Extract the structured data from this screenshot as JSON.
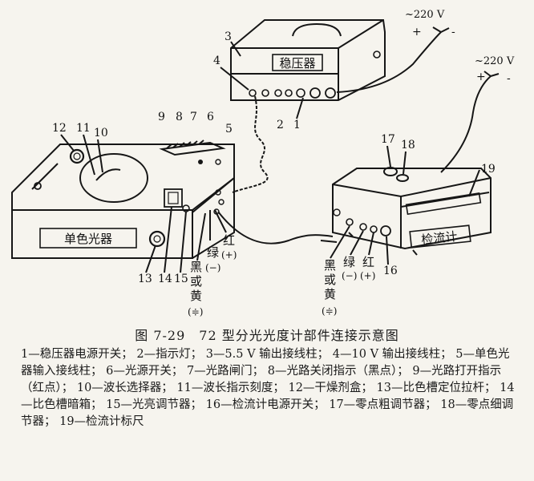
{
  "figure": {
    "supply_label_1": "~220 V",
    "supply_label_2": "~220 V",
    "plus": "+",
    "minus": "-",
    "regulator_label": "稳压器",
    "mono_label": "单色光器",
    "galv_label": "检流计",
    "callouts": [
      "1",
      "2",
      "3",
      "4",
      "5",
      "6",
      "7",
      "8",
      "9",
      "10",
      "11",
      "12",
      "13",
      "14",
      "15",
      "16",
      "17",
      "18",
      "19"
    ],
    "term_mono": {
      "red": "红",
      "red_sign": "(+)",
      "green": "绿",
      "green_sign": "(−)",
      "black": "黑",
      "or": "或",
      "yellow": "黄",
      "ground": "(≑)"
    },
    "term_galv": {
      "black": "黑",
      "or": "或",
      "yellow": "黄",
      "green": "绿",
      "green_sign": "(−)",
      "red": "红",
      "red_sign": "(+)",
      "ground": "(≑)"
    }
  },
  "caption": "图 7-29　72 型分光光度计部件连接示意图",
  "legend": [
    "1—稳压器电源开关；",
    "2—指示灯；",
    "3—5.5 V 输出接线柱；",
    "4—10 V 输出接线柱；",
    "5—单色光器输入接线柱；",
    "6—光源开关；",
    "7—光路闸门；",
    "8—光路关闭指示（黑点）；",
    "9—光路打开指示（红点）；",
    "10—波长选择器；",
    "11—波长指示刻度；",
    "12—干燥剂盒；",
    "13—比色槽定位拉杆；",
    "14—比色槽暗箱；",
    "15—光亮调节器；",
    "16—检流计电源开关；",
    "17—零点粗调节器；",
    "18—零点细调节器；",
    "19—检流计标尺"
  ]
}
